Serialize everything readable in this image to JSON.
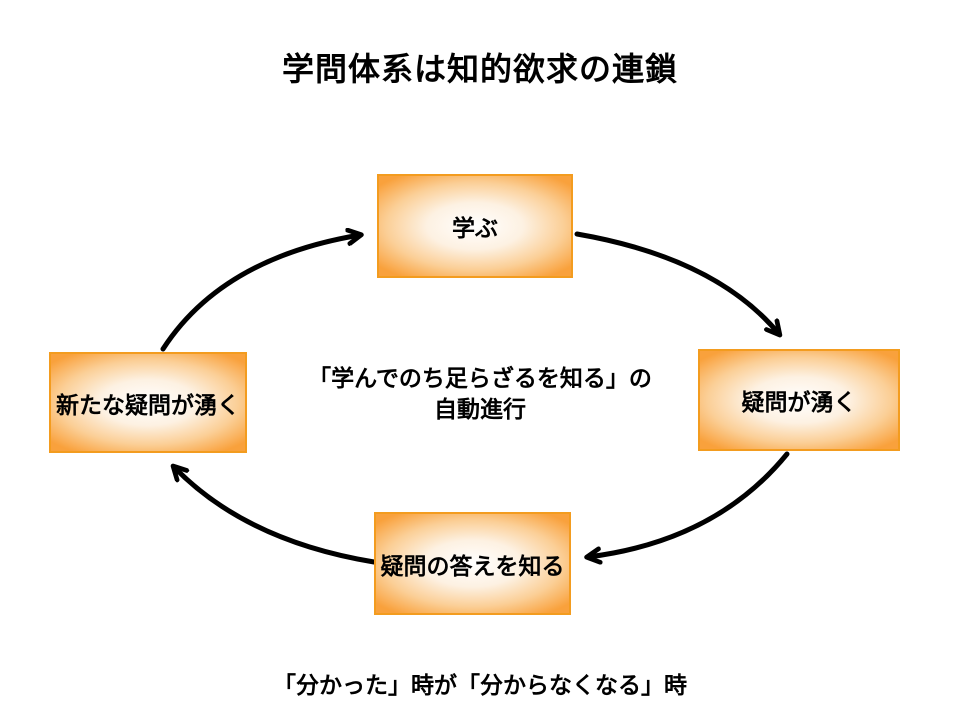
{
  "title": "学問体系は知的欲求の連鎖",
  "cycle": {
    "nodes": [
      {
        "id": "learn",
        "label": "学ぶ"
      },
      {
        "id": "question",
        "label": "疑問が湧く"
      },
      {
        "id": "know-answer",
        "label": "疑問の答えを知る"
      },
      {
        "id": "new-question",
        "label": "新たな疑問が湧く"
      }
    ]
  },
  "center_note": {
    "line1": "「学んでのち足らざるを知る」の",
    "line2": "自動進行"
  },
  "footer_note": "「分かった」時が「分からなくなる」時",
  "colors": {
    "box_fill_edge": "#F9A13C",
    "box_fill_center": "#FFFFFF",
    "box_border": "#F39C1F",
    "arrow": "#000000",
    "text": "#000000",
    "background": "#FFFFFF"
  }
}
